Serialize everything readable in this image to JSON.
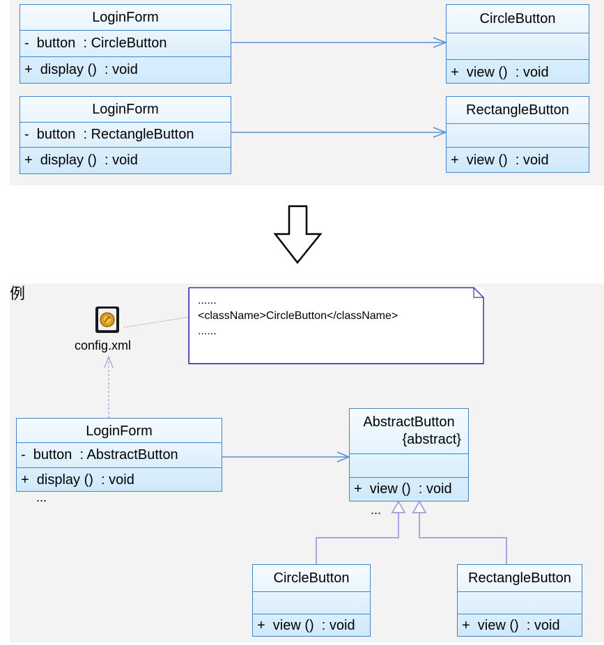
{
  "top": {
    "row1": {
      "left": {
        "name": "LoginForm",
        "attr": "-  button  : CircleButton",
        "op": "+  display ()  : void"
      },
      "right": {
        "name": "CircleButton",
        "op": "+  view ()  : void"
      }
    },
    "row2": {
      "left": {
        "name": "LoginForm",
        "attr": "-  button  : RectangleButton",
        "op": "+  display ()  : void"
      },
      "right": {
        "name": "RectangleButton",
        "op": "+  view ()  : void"
      }
    }
  },
  "bottom": {
    "corner_glyph": "例",
    "config_file": "config.xml",
    "note": {
      "line1": "......",
      "line2": "<className>CircleButton</className>",
      "line3": "......"
    },
    "loginform": {
      "name": "LoginForm",
      "attr": "-  button  : AbstractButton",
      "op": "+  display ()  : void",
      "more": "..."
    },
    "abstract": {
      "name": "AbstractButton",
      "stereotype": "{abstract}",
      "op": "+  view ()  : void",
      "more": "..."
    },
    "circle": {
      "name": "CircleButton",
      "op": "+  view ()  : void"
    },
    "rectangle": {
      "name": "RectangleButton",
      "op": "+  view ()  : void"
    }
  },
  "colors": {
    "class_border": "#3f84c9",
    "class_fill": "#cfe9fb",
    "assoc_line": "#5a8fd6",
    "inherit_line": "#a9a6dd",
    "panel": "#f3f3f3"
  }
}
